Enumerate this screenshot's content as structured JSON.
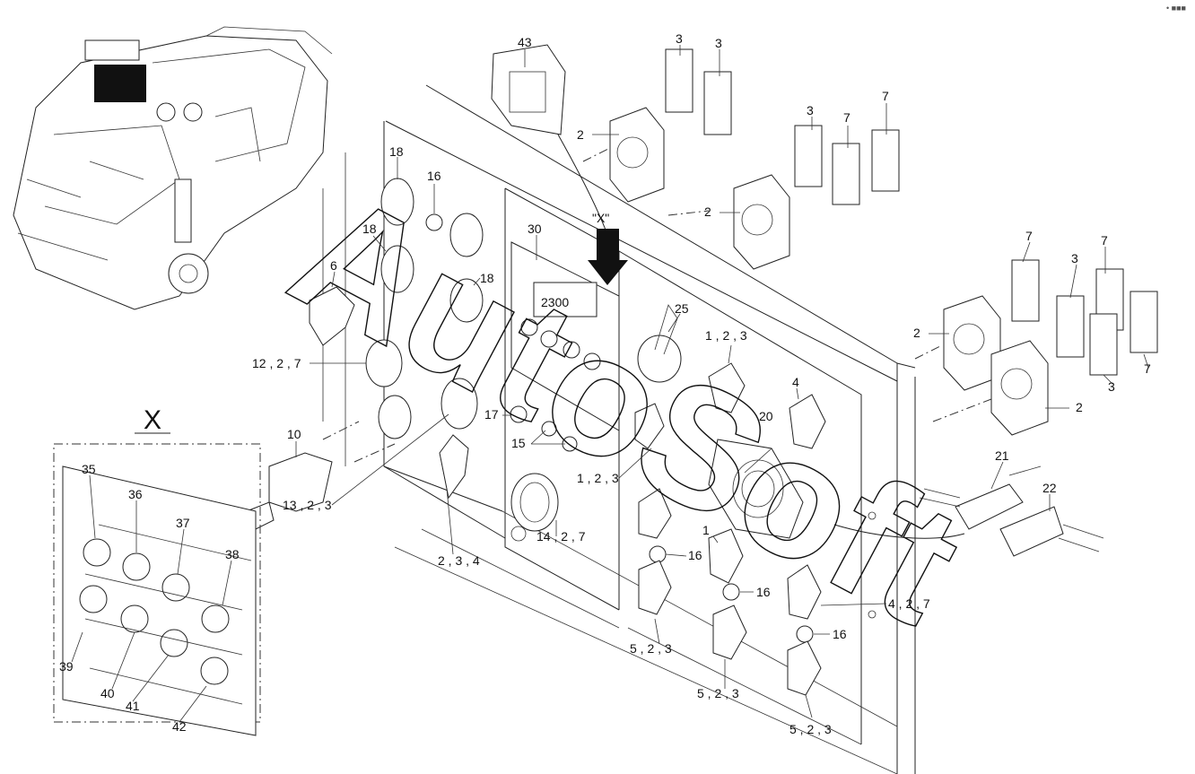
{
  "watermark": "AutoSoft",
  "corner_mark": "• ■■■",
  "view_label": "\"X\"",
  "detail_title": "X",
  "callouts": {
    "c43": "43",
    "c3a": "3",
    "c3b": "3",
    "c2a": "2",
    "c3c": "3",
    "c7a": "7",
    "c7b": "7",
    "c2b": "2",
    "c7c": "7",
    "c7d": "7",
    "c3d": "3",
    "c2c": "2",
    "c3e": "3",
    "c7e": "7",
    "c2d": "2",
    "c18a": "18",
    "c16a": "16",
    "c18b": "18",
    "c18c": "18",
    "c6": "6",
    "c30": "30",
    "c25": "25",
    "c123a": "1 , 2 , 3",
    "c4": "4",
    "c1272": "12 , 2 , 7",
    "c17": "17",
    "c15": "15",
    "c10": "10",
    "c1323": "13 , 2 , 3",
    "c234": "2 , 3 , 4",
    "c123b": "1 , 2 , 3",
    "c1427": "14 , 2 , 7",
    "c20": "20",
    "c21": "21",
    "c22": "22",
    "c1": "1",
    "c16b": "16",
    "c16c": "16",
    "c427": "4 , 2 , 7",
    "c16d": "16",
    "c523a": "5 , 2 , 3",
    "c523b": "5 , 2 , 3",
    "c523c": "5 , 2 , 3",
    "c35": "35",
    "c36": "36",
    "c37": "37",
    "c38": "38",
    "c39": "39",
    "c40": "40",
    "c41": "41",
    "c42": "42"
  },
  "display_digits": "2300"
}
